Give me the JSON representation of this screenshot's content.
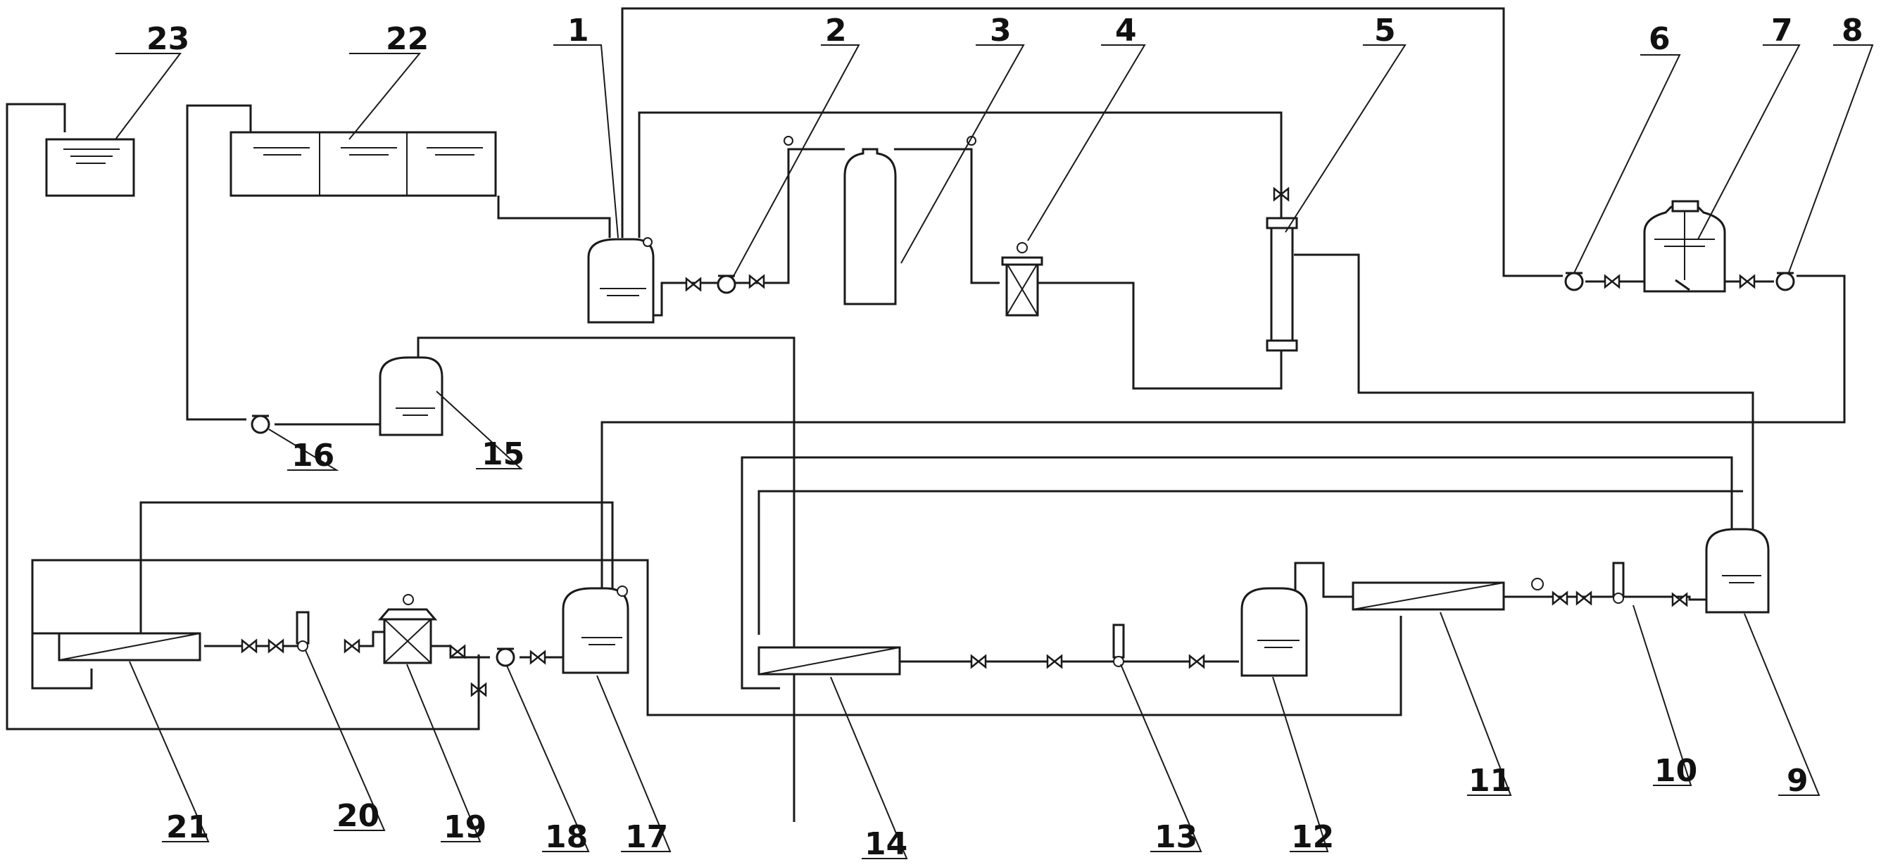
{
  "component_labels": {
    "c1": "1",
    "c2": "2",
    "c3": "3",
    "c4": "4",
    "c5": "5",
    "c6": "6",
    "c7": "7",
    "c8": "8",
    "c9": "9",
    "c10": "10",
    "c11": "11",
    "c12": "12",
    "c13": "13",
    "c14": "14",
    "c15": "15",
    "c16": "16",
    "c17": "17",
    "c18": "18",
    "c19": "19",
    "c20": "20",
    "c21": "21",
    "c22": "22",
    "c23": "23"
  },
  "colors": {
    "line": "#1a1a1a",
    "background": "#ffffff"
  }
}
